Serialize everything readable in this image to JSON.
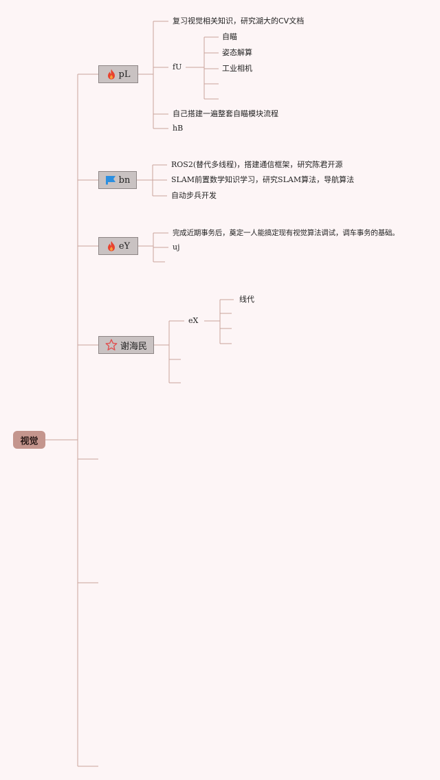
{
  "root": {
    "label": "视觉"
  },
  "branches": [
    {
      "label": "pL",
      "icon": "fire-icon",
      "children": [
        {
          "label": "复习视觉相关知识，研究湖大的CV文档"
        },
        {
          "label": "fU",
          "children": [
            "自瞄",
            "姿态解算",
            "工业相机"
          ]
        },
        {
          "label": "自己搭建一遍整套自瞄模块流程"
        },
        {
          "label": "hB"
        }
      ]
    },
    {
      "label": "bn",
      "icon": "flag-icon",
      "children": [
        {
          "label": "ROS2(替代多线程)，搭建通信框架，研究陈君开源"
        },
        {
          "label": "SLAM前置数学知识学习，研究SLAM算法，导航算法"
        },
        {
          "label": "自动步兵开发"
        }
      ]
    },
    {
      "label": "eY",
      "icon": "fire-icon",
      "children": [
        {
          "label": "完成近期事务后，奠定一人能搞定现有视觉算法调试，调车事务的基础。"
        },
        {
          "label": "uj"
        }
      ]
    },
    {
      "label": "谢海民",
      "icon": "star-icon",
      "children": [
        {
          "label": "eX",
          "children": [
            "线代"
          ]
        }
      ]
    }
  ],
  "colors": {
    "background": "#fdf5f6",
    "connector": "#c9a29b",
    "root_fill": "#c4958d",
    "topic_fill": "#c9c2c2",
    "fire": "#e8432f",
    "flag": "#2c8fe0",
    "star": "#e05050"
  }
}
